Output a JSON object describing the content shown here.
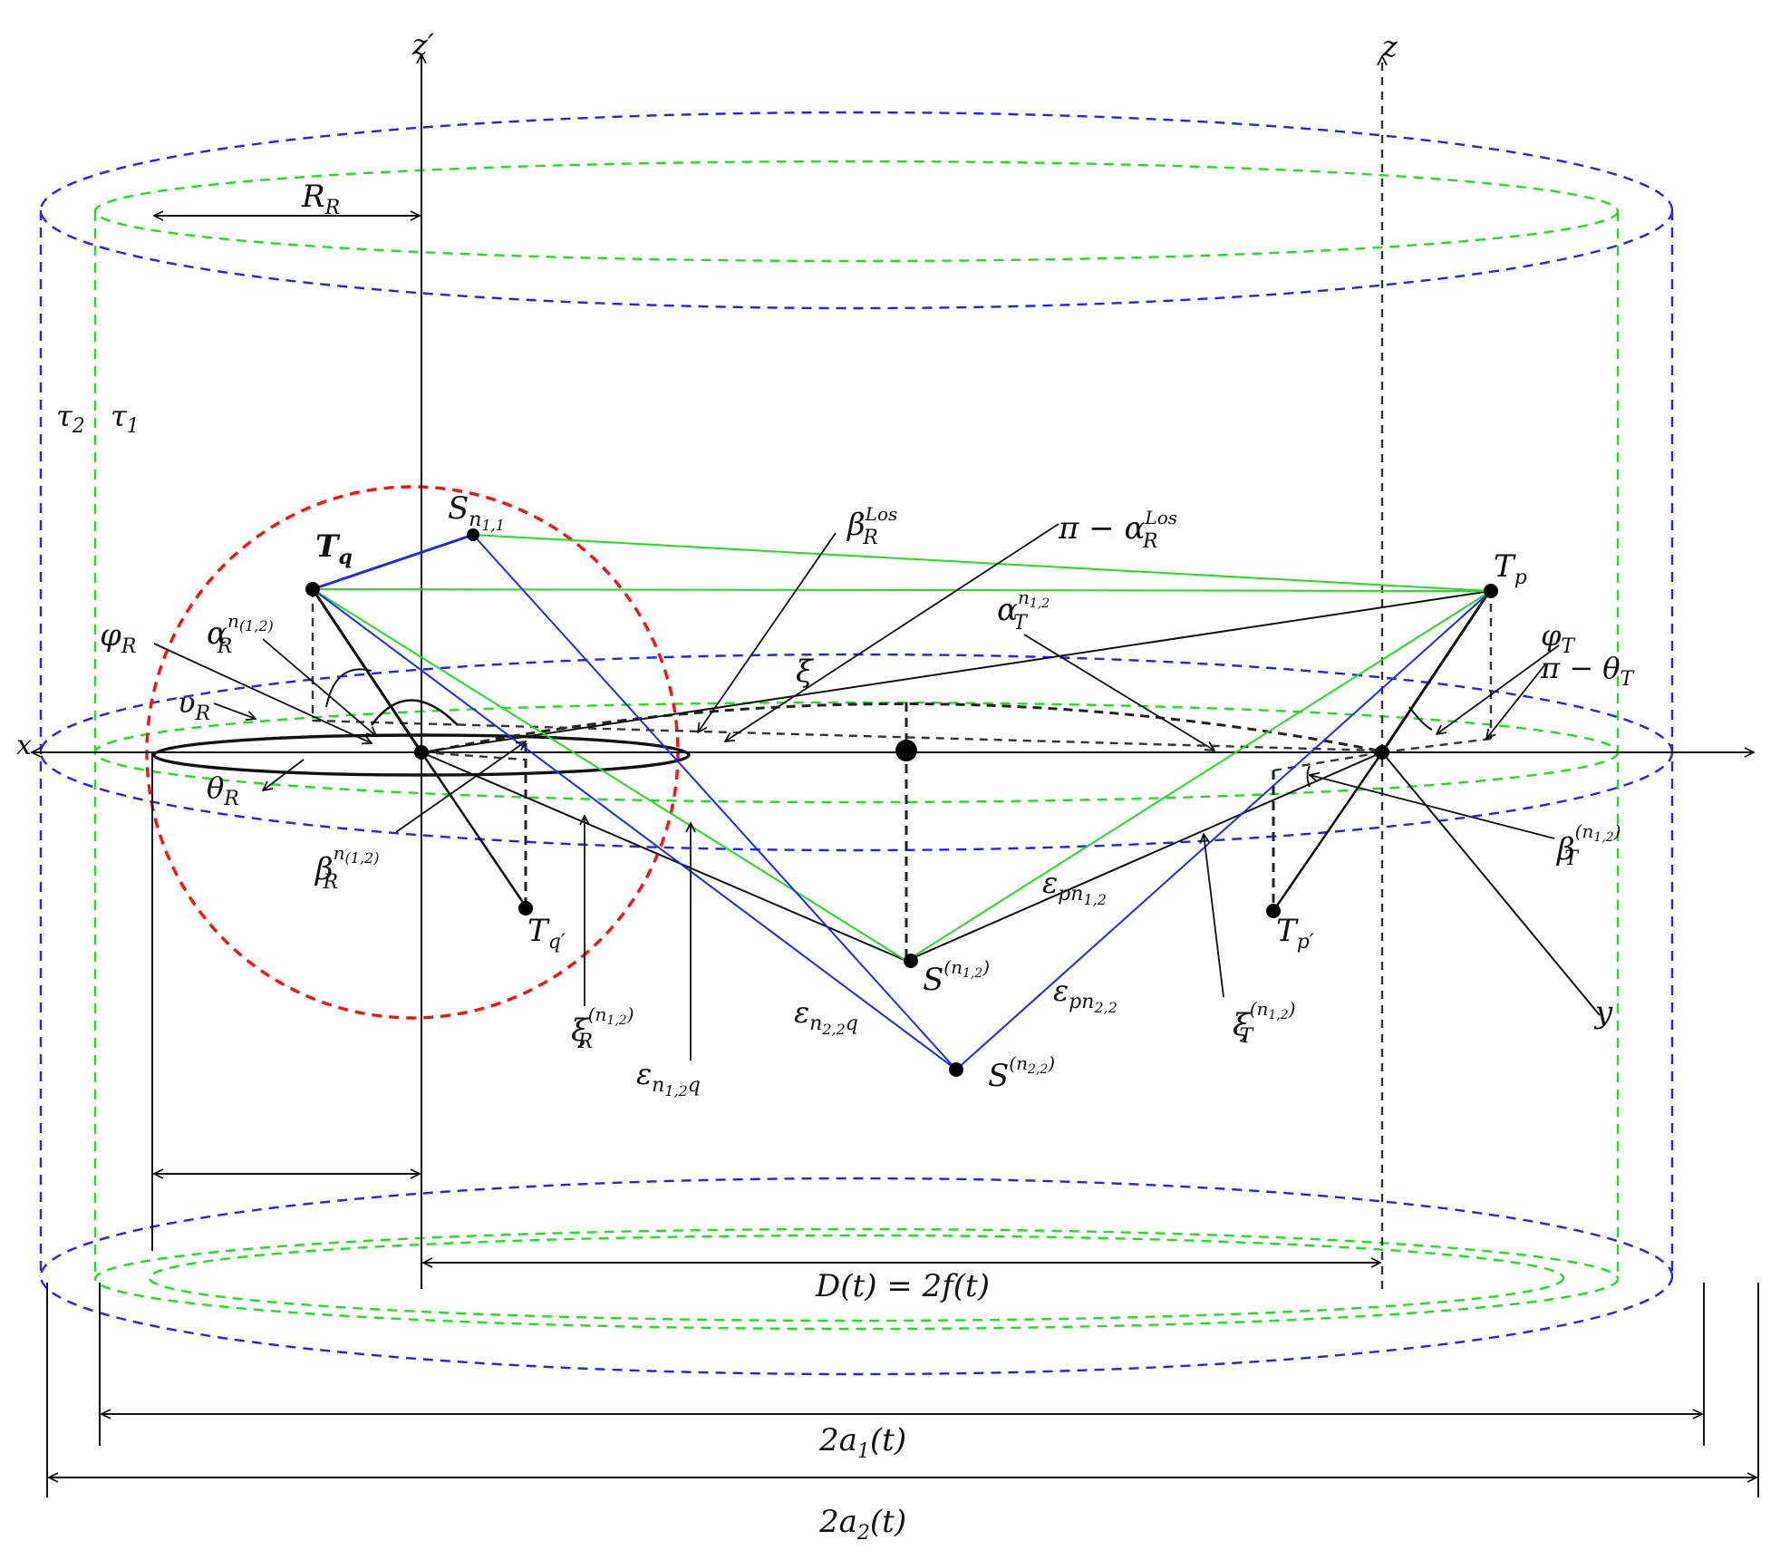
{
  "labels": {
    "z_prime": "z′",
    "z": "z",
    "x": "x",
    "y": "y",
    "R_R": "R",
    "R_R_sub": "R",
    "tau2": "τ",
    "tau2_sub": "2",
    "tau1": "τ",
    "tau1_sub": "1",
    "S_n11": "S",
    "S_n11_sub": "n",
    "S_n11_subsub": "1,1",
    "T_q": "T",
    "T_q_sub": "q",
    "T_p": "T",
    "T_p_sub": "p",
    "T_qp": "T",
    "T_qp_sub": "q′",
    "T_pp": "T",
    "T_pp_sub": "p′",
    "beta_R_Los": "β",
    "beta_R_Los_sub": "R",
    "beta_R_Los_sup": "Los",
    "pi_alpha_R_Los": "π − α",
    "pi_alpha_R_Los_sub": "R",
    "pi_alpha_R_Los_sup": "Los",
    "alpha_T": "α",
    "alpha_T_sub": "T",
    "alpha_T_sup": "n",
    "alpha_T_supsub": "1,2",
    "xi": "ξ",
    "phi_R": "φ",
    "phi_R_sub": "R",
    "alpha_R": "α",
    "alpha_R_sub": "R",
    "alpha_R_sup": "n",
    "alpha_R_supsub": "(1,2)",
    "upsilon_R": "υ",
    "upsilon_R_sub": "R",
    "theta_R": "θ",
    "theta_R_sub": "R",
    "beta_R": "β",
    "beta_R_sub": "R",
    "beta_R_sup": "n",
    "beta_R_supsub": "(1,2)",
    "phi_T": "φ",
    "phi_T_sub": "T",
    "pi_theta_T": "π − θ",
    "pi_theta_T_sub": "T",
    "beta_T": "β",
    "beta_T_sub": "T",
    "beta_T_sup": "(n",
    "beta_T_supsub": "1,2",
    "beta_T_supend": ")",
    "eps_pn12": "ε",
    "eps_pn12_sub": "pn",
    "eps_pn12_subsub": "1,2",
    "S_n12": "S",
    "S_n12_sup": "(n",
    "S_n12_supsub": "1,2",
    "S_n12_supend": ")",
    "S_n22": "S",
    "S_n22_sup": "(n",
    "S_n22_supsub": "2,2",
    "S_n22_supend": ")",
    "xi_R": "ξ",
    "xi_R_sub": "R",
    "xi_R_sup": "(n",
    "xi_R_supsub": "1,2",
    "xi_R_supend": ")",
    "eps_n22q": "ε",
    "eps_n22q_sub": "n",
    "eps_n22q_subsub": "2,2",
    "eps_n22q_subend": "q",
    "eps_n12q": "ε",
    "eps_n12q_sub": "n",
    "eps_n12q_subsub": "1,2",
    "eps_n12q_subend": "q",
    "eps_pn22": "ε",
    "eps_pn22_sub": "pn",
    "eps_pn22_subsub": "2,2",
    "xi_T": "ξ",
    "xi_T_sub": "T",
    "xi_T_sup": "(n",
    "xi_T_supsub": "1,2",
    "xi_T_supend": ")",
    "D_t": "D(t) = 2f(t)",
    "two_a1": "2a",
    "two_a1_sub": "1",
    "two_a1_end": "(t)",
    "two_a2": "2a",
    "two_a2_sub": "2",
    "two_a2_end": "(t)"
  },
  "colors": {
    "outer_cylinder": "#2222ff",
    "inner_cylinder": "#22dd22",
    "scatter_sphere": "#ff1010",
    "green_paths": "#22dd22",
    "blue_paths": "#1a2cf0",
    "lines": "#111111"
  }
}
